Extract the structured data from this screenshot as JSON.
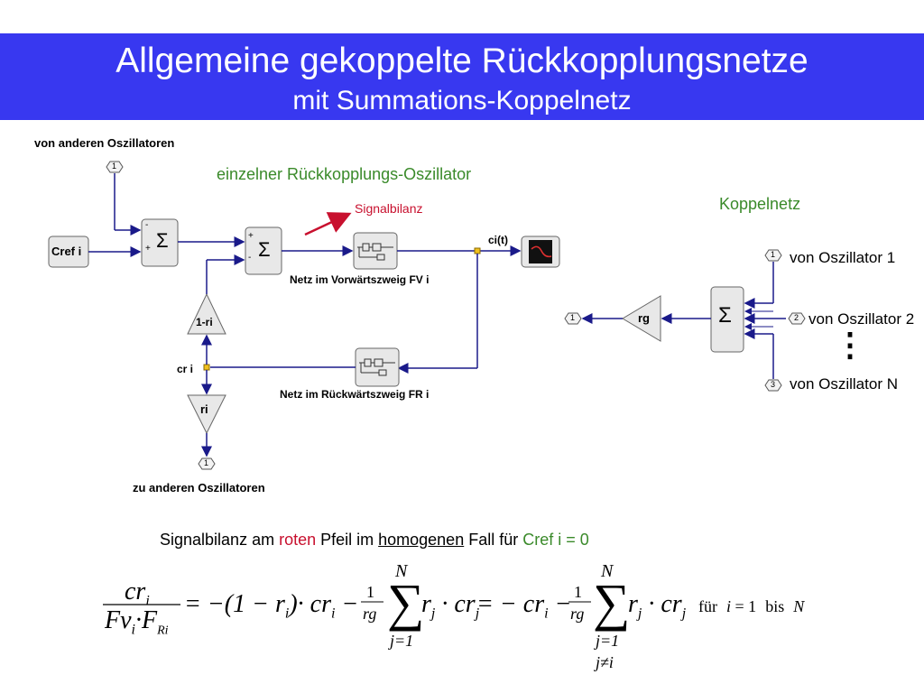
{
  "title": {
    "line1": "Allgemeine gekoppelte Rückkopplungsnetze",
    "line2": "mit Summations-Koppelnetz"
  },
  "diagram": {
    "from_others": "von anderen Oszillatoren",
    "to_others": "zu anderen Oszillatoren",
    "single_osc": "einzelner Rückkopplungs-Oszillator",
    "signalbilanz": "Signalbilanz",
    "coupling_net": "Koppelnetz",
    "cref": "Cref i",
    "ci": "ci(t)",
    "cri": "cr i",
    "one_minus_ri": "1-ri",
    "ri": "ri",
    "forward_net": "Netz im Vorwärtszweig FV i",
    "backward_net": "Netz im Rückwärtszweig FR i",
    "port_1": "1",
    "port_2": "2",
    "port_3": "3",
    "sigma": "Σ",
    "rg": "rg",
    "from_osc1": "von Oszillator 1",
    "from_osc2": "von Oszillator 2",
    "from_oscN": "von Oszillator N",
    "dots": "⋮",
    "plus": "+",
    "minus": "-"
  },
  "balance": {
    "pre": "Signalbilanz am ",
    "red_word": "roten",
    "mid": " Pfeil im ",
    "underlined": "homogenen",
    "post": " Fall für ",
    "green_part": "Cref i = 0"
  },
  "formula": {
    "lhs_num": "cr",
    "lhs_num_sub": "i",
    "lhs_den_a": "Fv",
    "lhs_den_a_sub": "i",
    "lhs_den_dot": "·",
    "lhs_den_b": "F",
    "lhs_den_b_sub": "Ri",
    "rhs1": "= −(1 − r",
    "rhs1_sub": "i",
    "rhs1_b": ")· cr",
    "rhs1_b_sub": "i",
    "rhs1_c": " −",
    "frac_one": "1",
    "frac_rg": "rg",
    "sum_sym": "∑",
    "sum_top": "N",
    "sum_bot": "j=1",
    "sum_bot2": "j≠i",
    "term": "r",
    "term_sub": "j",
    "term_b": " · cr",
    "term_b_sub": "j",
    "eq2": " = − cr",
    "eq2_sub": "i",
    "eq2_b": " −",
    "fuer": "für",
    "range_i": "i",
    "range_eq": " = 1",
    "bis": "bis",
    "range_N": "N"
  }
}
